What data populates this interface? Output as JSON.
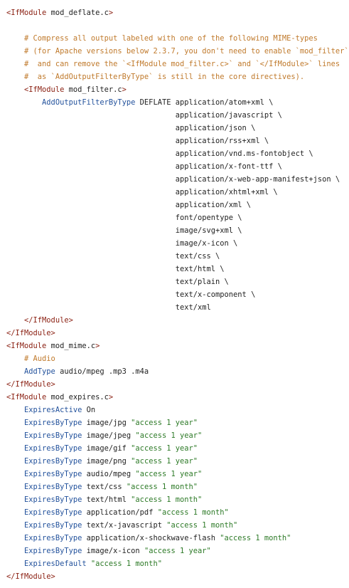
{
  "file": {
    "lines": [
      [
        {
          "c": "tag",
          "t": "<IfModule "
        },
        {
          "c": "txt",
          "t": "mod_deflate.c"
        },
        {
          "c": "tag",
          "t": ">"
        }
      ],
      [],
      [
        {
          "c": "com",
          "t": "    # Compress all output labeled with one of the following MIME-types"
        }
      ],
      [
        {
          "c": "com",
          "t": "    # (for Apache versions below 2.3.7, you don't need to enable `mod_filter`"
        }
      ],
      [
        {
          "c": "com",
          "t": "    #  and can remove the `<IfModule mod_filter.c>` and `</IfModule>` lines"
        }
      ],
      [
        {
          "c": "com",
          "t": "    #  as `AddOutputFilterByType` is still in the core directives)."
        }
      ],
      [
        {
          "c": "tag",
          "t": "    <IfModule "
        },
        {
          "c": "txt",
          "t": "mod_filter.c"
        },
        {
          "c": "tag",
          "t": ">"
        }
      ],
      [
        {
          "c": "kw",
          "t": "        AddOutputFilterByType "
        },
        {
          "c": "txt",
          "t": "DEFLATE application/atom+xml \\"
        }
      ],
      [
        {
          "c": "txt",
          "t": "                                      application/javascript \\"
        }
      ],
      [
        {
          "c": "txt",
          "t": "                                      application/json \\"
        }
      ],
      [
        {
          "c": "txt",
          "t": "                                      application/rss+xml \\"
        }
      ],
      [
        {
          "c": "txt",
          "t": "                                      application/vnd.ms-fontobject \\"
        }
      ],
      [
        {
          "c": "txt",
          "t": "                                      application/x-font-ttf \\"
        }
      ],
      [
        {
          "c": "txt",
          "t": "                                      application/x-web-app-manifest+json \\"
        }
      ],
      [
        {
          "c": "txt",
          "t": "                                      application/xhtml+xml \\"
        }
      ],
      [
        {
          "c": "txt",
          "t": "                                      application/xml \\"
        }
      ],
      [
        {
          "c": "txt",
          "t": "                                      font/opentype \\"
        }
      ],
      [
        {
          "c": "txt",
          "t": "                                      image/svg+xml \\"
        }
      ],
      [
        {
          "c": "txt",
          "t": "                                      image/x-icon \\"
        }
      ],
      [
        {
          "c": "txt",
          "t": "                                      text/css \\"
        }
      ],
      [
        {
          "c": "txt",
          "t": "                                      text/html \\"
        }
      ],
      [
        {
          "c": "txt",
          "t": "                                      text/plain \\"
        }
      ],
      [
        {
          "c": "txt",
          "t": "                                      text/x-component \\"
        }
      ],
      [
        {
          "c": "txt",
          "t": "                                      text/xml"
        }
      ],
      [
        {
          "c": "tag",
          "t": "    </IfModule>"
        }
      ],
      [
        {
          "c": "tag",
          "t": "</IfModule>"
        }
      ],
      [
        {
          "c": "tag",
          "t": "<IfModule "
        },
        {
          "c": "txt",
          "t": "mod_mime.c"
        },
        {
          "c": "tag",
          "t": ">"
        }
      ],
      [
        {
          "c": "com",
          "t": "    # Audio"
        }
      ],
      [
        {
          "c": "kw",
          "t": "    AddType "
        },
        {
          "c": "txt",
          "t": "audio/mpeg .mp3 .m4a"
        }
      ],
      [
        {
          "c": "tag",
          "t": "</IfModule>"
        }
      ],
      [
        {
          "c": "tag",
          "t": "<IfModule "
        },
        {
          "c": "txt",
          "t": "mod_expires.c"
        },
        {
          "c": "tag",
          "t": ">"
        }
      ],
      [
        {
          "c": "kw",
          "t": "    ExpiresActive "
        },
        {
          "c": "txt",
          "t": "On"
        }
      ],
      [
        {
          "c": "kw",
          "t": "    ExpiresByType "
        },
        {
          "c": "txt",
          "t": "image/jpg "
        },
        {
          "c": "str",
          "t": "\"access 1 year\""
        }
      ],
      [
        {
          "c": "kw",
          "t": "    ExpiresByType "
        },
        {
          "c": "txt",
          "t": "image/jpeg "
        },
        {
          "c": "str",
          "t": "\"access 1 year\""
        }
      ],
      [
        {
          "c": "kw",
          "t": "    ExpiresByType "
        },
        {
          "c": "txt",
          "t": "image/gif "
        },
        {
          "c": "str",
          "t": "\"access 1 year\""
        }
      ],
      [
        {
          "c": "kw",
          "t": "    ExpiresByType "
        },
        {
          "c": "txt",
          "t": "image/png "
        },
        {
          "c": "str",
          "t": "\"access 1 year\""
        }
      ],
      [
        {
          "c": "kw",
          "t": "    ExpiresByType "
        },
        {
          "c": "txt",
          "t": "audio/mpeg "
        },
        {
          "c": "str",
          "t": "\"access 1 year\""
        }
      ],
      [
        {
          "c": "kw",
          "t": "    ExpiresByType "
        },
        {
          "c": "txt",
          "t": "text/css "
        },
        {
          "c": "str",
          "t": "\"access 1 month\""
        }
      ],
      [
        {
          "c": "kw",
          "t": "    ExpiresByType "
        },
        {
          "c": "txt",
          "t": "text/html "
        },
        {
          "c": "str",
          "t": "\"access 1 month\""
        }
      ],
      [
        {
          "c": "kw",
          "t": "    ExpiresByType "
        },
        {
          "c": "txt",
          "t": "application/pdf "
        },
        {
          "c": "str",
          "t": "\"access 1 month\""
        }
      ],
      [
        {
          "c": "kw",
          "t": "    ExpiresByType "
        },
        {
          "c": "txt",
          "t": "text/x-javascript "
        },
        {
          "c": "str",
          "t": "\"access 1 month\""
        }
      ],
      [
        {
          "c": "kw",
          "t": "    ExpiresByType "
        },
        {
          "c": "txt",
          "t": "application/x-shockwave-flash "
        },
        {
          "c": "str",
          "t": "\"access 1 month\""
        }
      ],
      [
        {
          "c": "kw",
          "t": "    ExpiresByType "
        },
        {
          "c": "txt",
          "t": "image/x-icon "
        },
        {
          "c": "str",
          "t": "\"access 1 year\""
        }
      ],
      [
        {
          "c": "kw",
          "t": "    ExpiresDefault "
        },
        {
          "c": "str",
          "t": "\"access 1 month\""
        }
      ],
      [
        {
          "c": "tag",
          "t": "</IfModule>"
        }
      ]
    ]
  }
}
